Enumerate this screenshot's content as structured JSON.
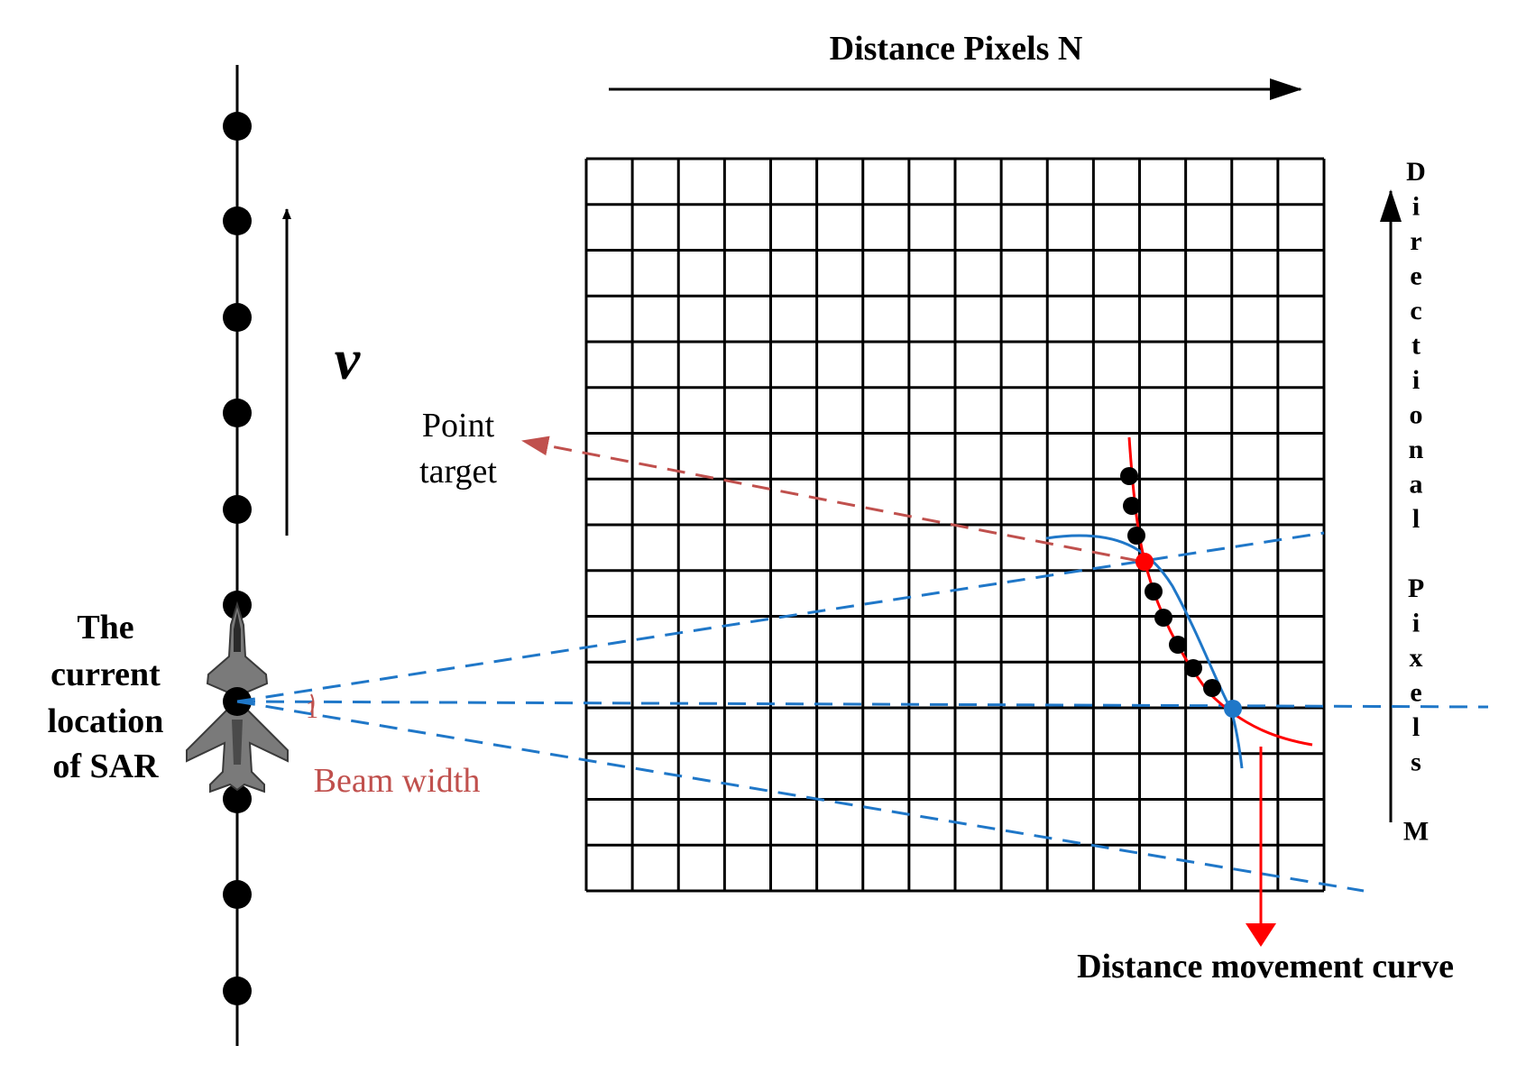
{
  "labels": {
    "distance_pixels": "Distance Pixels N",
    "directional_pixels": "Directional Pixels M",
    "velocity": "v",
    "point_target": [
      "Point",
      "target"
    ],
    "sar_location": [
      "The",
      "current",
      "location",
      "of SAR"
    ],
    "beam_width": "Beam width",
    "beam_angle_mark": "1",
    "distance_movement_curve": "Distance movement curve"
  },
  "grid": {
    "columns": 16,
    "rows": 16
  },
  "colors": {
    "ink": "#000000",
    "beam": "#1f77c8",
    "curve_red": "#ff0000",
    "target_arrow": "#c0504d",
    "beam_text": "#c0504d",
    "aircraft": "#6e6e6e"
  },
  "icons": {
    "aircraft": "fighter-jet-icon"
  }
}
